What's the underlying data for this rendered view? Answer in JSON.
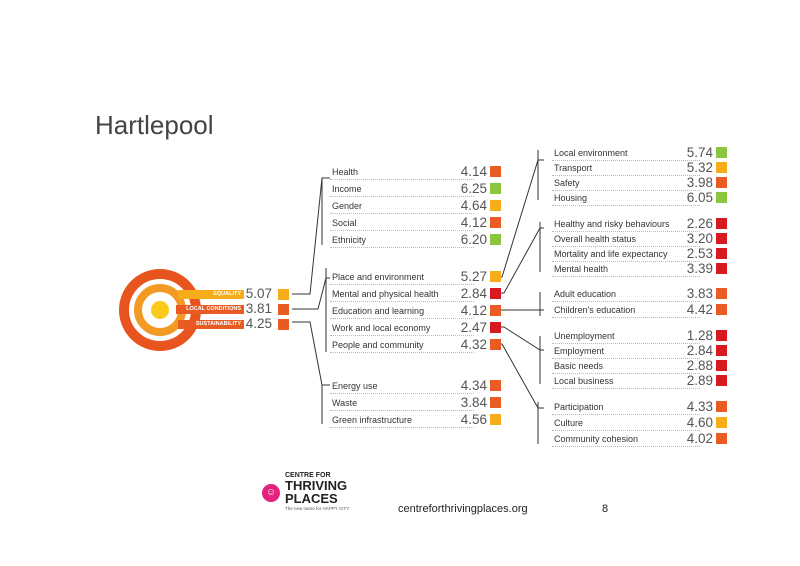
{
  "title": "Hartlepool",
  "colors": {
    "green": "#8cc63f",
    "amber": "#f7ad19",
    "orange": "#ea5b23",
    "red": "#d71920"
  },
  "top_level": [
    {
      "label": "EQUALITY",
      "value": "5.07",
      "color": "amber"
    },
    {
      "label": "LOCAL CONDITIONS",
      "value": "3.81",
      "color": "orange"
    },
    {
      "label": "SUSTAINABILITY",
      "value": "4.25",
      "color": "orange"
    }
  ],
  "equality_items": [
    {
      "label": "Health",
      "value": "4.14",
      "color": "orange"
    },
    {
      "label": "Income",
      "value": "6.25",
      "color": "green"
    },
    {
      "label": "Gender",
      "value": "4.64",
      "color": "amber"
    },
    {
      "label": "Social",
      "value": "4.12",
      "color": "orange"
    },
    {
      "label": "Ethnicity",
      "value": "6.20",
      "color": "green"
    }
  ],
  "local_items": [
    {
      "label": "Place and environment",
      "value": "5.27",
      "color": "amber"
    },
    {
      "label": "Mental and physical health",
      "value": "2.84",
      "color": "red"
    },
    {
      "label": "Education and learning",
      "value": "4.12",
      "color": "orange"
    },
    {
      "label": "Work and local economy",
      "value": "2.47",
      "color": "red"
    },
    {
      "label": "People and community",
      "value": "4.32",
      "color": "orange"
    }
  ],
  "sustainability_items": [
    {
      "label": "Energy use",
      "value": "4.34",
      "color": "orange"
    },
    {
      "label": "Waste",
      "value": "3.84",
      "color": "orange"
    },
    {
      "label": "Green infrastructure",
      "value": "4.56",
      "color": "amber"
    }
  ],
  "place_items": [
    {
      "label": "Local environment",
      "value": "5.74",
      "color": "green"
    },
    {
      "label": "Transport",
      "value": "5.32",
      "color": "amber"
    },
    {
      "label": "Safety",
      "value": "3.98",
      "color": "orange"
    },
    {
      "label": "Housing",
      "value": "6.05",
      "color": "green"
    }
  ],
  "health_items": [
    {
      "label": "Healthy and risky behaviours",
      "value": "2.26",
      "color": "red"
    },
    {
      "label": "Overall health status",
      "value": "3.20",
      "color": "red"
    },
    {
      "label": "Mortality and life expectancy",
      "value": "2.53",
      "color": "red"
    },
    {
      "label": "Mental health",
      "value": "3.39",
      "color": "red"
    }
  ],
  "education_items": [
    {
      "label": "Adult education",
      "value": "3.83",
      "color": "orange"
    },
    {
      "label": "Children's education",
      "value": "4.42",
      "color": "orange"
    }
  ],
  "work_items": [
    {
      "label": "Unemployment",
      "value": "1.28",
      "color": "red"
    },
    {
      "label": "Employment",
      "value": "2.84",
      "color": "red"
    },
    {
      "label": "Basic needs",
      "value": "2.88",
      "color": "red"
    },
    {
      "label": "Local business",
      "value": "2.89",
      "color": "red"
    }
  ],
  "people_items": [
    {
      "label": "Participation",
      "value": "4.33",
      "color": "orange"
    },
    {
      "label": "Culture",
      "value": "4.60",
      "color": "amber"
    },
    {
      "label": "Community cohesion",
      "value": "4.02",
      "color": "orange"
    }
  ],
  "logo": {
    "line1": "CENTRE FOR",
    "line2": "THRIVING",
    "line3": "PLACES",
    "tagline": "The new name for HAPPY CITY"
  },
  "footer": {
    "website": "centreforthrivingplaces.org",
    "page_number": "8"
  }
}
